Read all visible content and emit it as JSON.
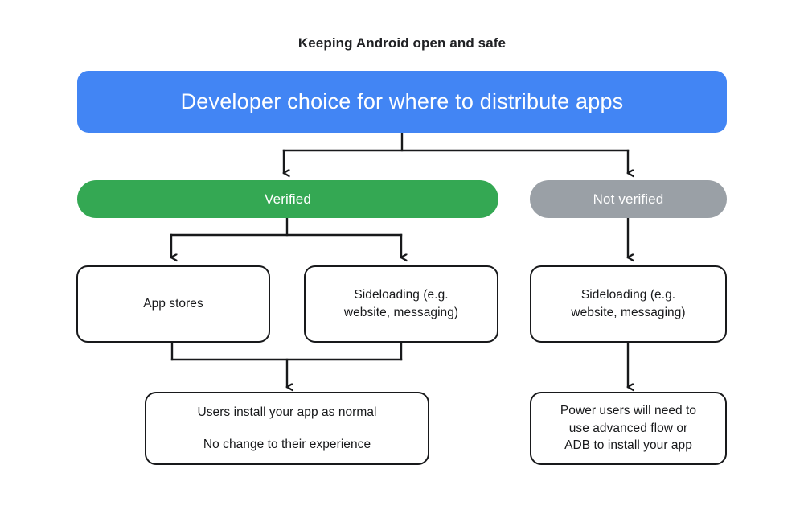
{
  "title": "Keeping Android open and safe",
  "colors": {
    "primary_blue": "#4285F4",
    "verified_green": "#34A853",
    "not_verified_grey": "#9AA0A6",
    "outline_black": "#18191B",
    "text_dark": "#202124",
    "background": "#FFFFFF"
  },
  "nodes": {
    "root": {
      "label": "Developer choice for where to distribute apps"
    },
    "verified": {
      "label": "Verified"
    },
    "not_verified": {
      "label": "Not verified"
    },
    "app_stores": {
      "lines": [
        "App stores"
      ]
    },
    "sideloading_verified": {
      "lines": [
        "Sideloading (e.g.",
        "website, messaging)"
      ]
    },
    "sideloading_unverified": {
      "lines": [
        "Sideloading (e.g.",
        "website, messaging)"
      ]
    },
    "outcome_verified": {
      "lines": [
        "Users install your app as normal",
        "No change to their experience"
      ]
    },
    "outcome_unverified": {
      "lines": [
        "Power users will need to",
        "use advanced flow or",
        "ADB to install your app"
      ]
    }
  },
  "chart_data": {
    "type": "diagram",
    "title": "Keeping Android open and safe",
    "diagram_kind": "flowchart",
    "orientation": "top-down",
    "nodes": [
      {
        "id": "root",
        "label": "Developer choice for where to distribute apps",
        "style": "filled",
        "fill": "#4285F4",
        "text_color": "#FFFFFF",
        "level": 0
      },
      {
        "id": "verified",
        "label": "Verified",
        "style": "filled",
        "fill": "#34A853",
        "text_color": "#FFFFFF",
        "level": 1
      },
      {
        "id": "not_verified",
        "label": "Not verified",
        "style": "filled",
        "fill": "#9AA0A6",
        "text_color": "#FFFFFF",
        "level": 1
      },
      {
        "id": "app_stores",
        "label": "App stores",
        "style": "outlined",
        "fill": "#FFFFFF",
        "text_color": "#18191B",
        "level": 2
      },
      {
        "id": "sideloading_verified",
        "label": "Sideloading (e.g. website, messaging)",
        "style": "outlined",
        "fill": "#FFFFFF",
        "text_color": "#18191B",
        "level": 2
      },
      {
        "id": "sideloading_unverified",
        "label": "Sideloading (e.g. website, messaging)",
        "style": "outlined",
        "fill": "#FFFFFF",
        "text_color": "#18191B",
        "level": 2
      },
      {
        "id": "outcome_verified",
        "label": "Users install your app as normal No change to their experience",
        "style": "outlined",
        "fill": "#FFFFFF",
        "text_color": "#18191B",
        "level": 3
      },
      {
        "id": "outcome_unverified",
        "label": "Power users will need to use advanced flow or ADB to install your app",
        "style": "outlined",
        "fill": "#FFFFFF",
        "text_color": "#18191B",
        "level": 3
      }
    ],
    "edges": [
      {
        "from": "root",
        "to": "verified",
        "arrow": true
      },
      {
        "from": "root",
        "to": "not_verified",
        "arrow": true
      },
      {
        "from": "verified",
        "to": "app_stores",
        "arrow": true
      },
      {
        "from": "verified",
        "to": "sideloading_verified",
        "arrow": true
      },
      {
        "from": "not_verified",
        "to": "sideloading_unverified",
        "arrow": true
      },
      {
        "from": "app_stores",
        "to": "outcome_verified",
        "arrow": true
      },
      {
        "from": "sideloading_verified",
        "to": "outcome_verified",
        "arrow": true
      },
      {
        "from": "sideloading_unverified",
        "to": "outcome_unverified",
        "arrow": true
      }
    ]
  }
}
